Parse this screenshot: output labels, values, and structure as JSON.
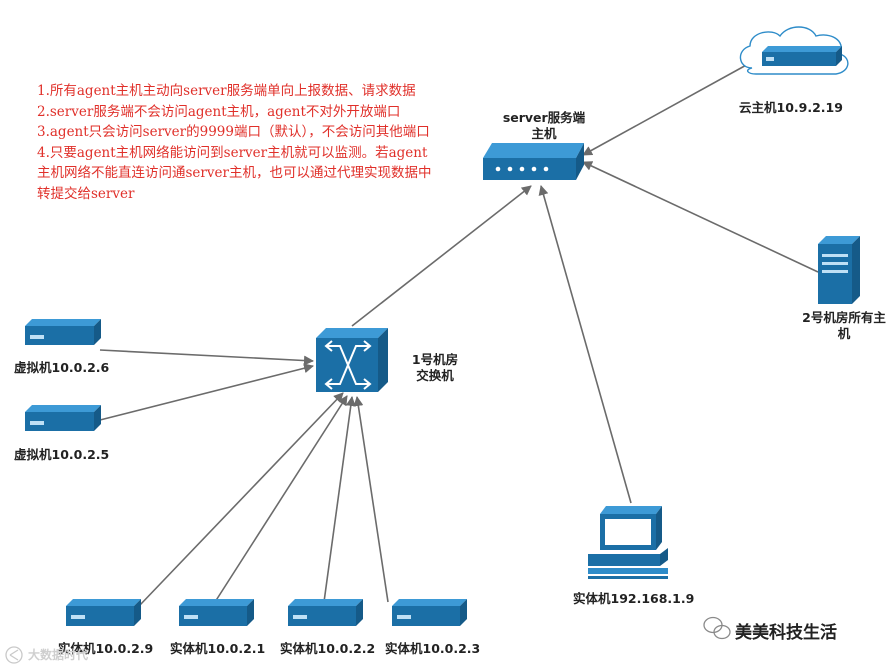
{
  "notes": [
    "1.所有agent主机主动向server服务端单向上报数据、请求数据",
    "2.server服务端不会访问agent主机，agent不对外开放端口",
    "3.agent只会访问server的9999端口（默认），不会访问其他端口",
    "4.只要agent主机网络能访问到server主机就可以监测。若agent主机网络不能直连访问通server主机，也可以通过代理实现数据中转提交给server"
  ],
  "nodes": {
    "server": {
      "line1": "server服务端",
      "line2": "主机"
    },
    "cloud": {
      "label": "云主机10.9.2.19"
    },
    "room2": {
      "line1": "2号机房所有主",
      "line2": "机"
    },
    "switch": {
      "line1": "1号机房",
      "line2": "交换机"
    },
    "vm1": {
      "label": "虚拟机10.0.2.6"
    },
    "vm2": {
      "label": "虚拟机10.0.2.5"
    },
    "phys_pc": {
      "label": "实体机192.168.1.9"
    },
    "phys1": {
      "label": "实体机10.0.2.9"
    },
    "phys2": {
      "label": "实体机10.0.2.1"
    },
    "phys3": {
      "label": "实体机10.0.2.2"
    },
    "phys4": {
      "label": "实体机10.0.2.3"
    }
  },
  "watermarks": {
    "wechat": "美美科技生活",
    "bottom_left": "大数据时代"
  },
  "colors": {
    "device_blue": "#1b6fa6",
    "device_blue_light": "#2e8cc9",
    "note_red": "#e0302a",
    "arrow_gray": "#6b6b6b"
  }
}
